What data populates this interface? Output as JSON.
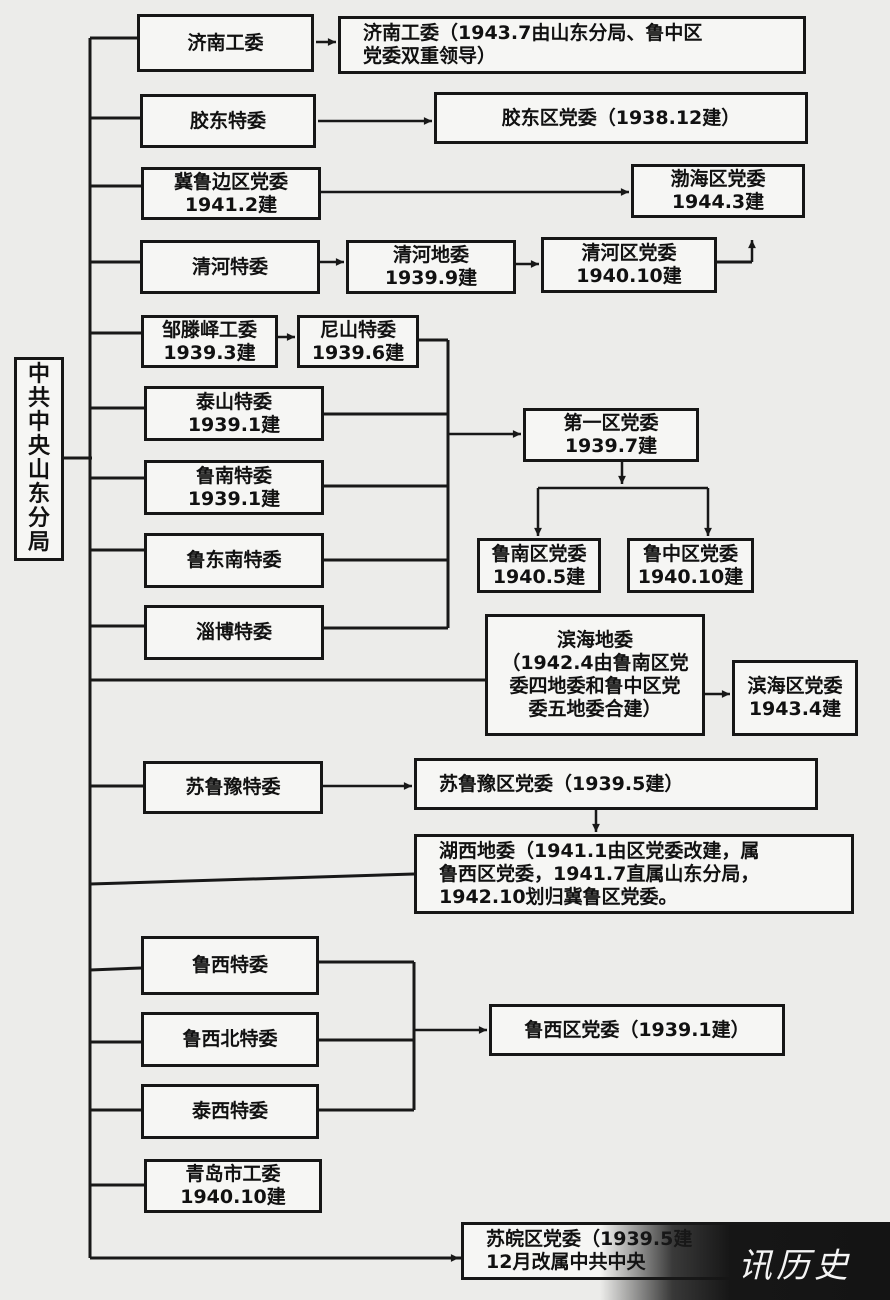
{
  "root": {
    "label": "中共中央山东分局"
  },
  "boxes": {
    "jinan_gongwei": {
      "lines": [
        "济南工委"
      ]
    },
    "jinan_gongwei_2": {
      "lines": [
        "济南工委（1943.7由山东分局、鲁中区",
        "党委双重领导）"
      ]
    },
    "jiaodong_tewei": {
      "lines": [
        "胶东特委"
      ]
    },
    "jiaodong_qu": {
      "lines": [
        "胶东区党委（1938.12建）"
      ]
    },
    "jilubian": {
      "lines": [
        "冀鲁边区党委",
        "1941.2建"
      ]
    },
    "bohai": {
      "lines": [
        "渤海区党委",
        "1944.3建"
      ]
    },
    "qinghe_tewei": {
      "lines": [
        "清河特委"
      ]
    },
    "qinghe_diwei": {
      "lines": [
        "清河地委",
        "1939.9建"
      ]
    },
    "qinghe_qu": {
      "lines": [
        "清河区党委",
        "1940.10建"
      ]
    },
    "zoutengyi": {
      "lines": [
        "邹滕峄工委",
        "1939.3建"
      ]
    },
    "nishan": {
      "lines": [
        "尼山特委",
        "1939.6建"
      ]
    },
    "taishan": {
      "lines": [
        "泰山特委",
        "1939.1建"
      ]
    },
    "lunan_tewei": {
      "lines": [
        "鲁南特委",
        "1939.1建"
      ]
    },
    "ludongnan": {
      "lines": [
        "鲁东南特委"
      ]
    },
    "zibo": {
      "lines": [
        "淄博特委"
      ]
    },
    "diyiqu": {
      "lines": [
        "第一区党委",
        "1939.7建"
      ]
    },
    "lunan_qu": {
      "lines": [
        "鲁南区党委",
        "1940.5建"
      ]
    },
    "luzhong_qu": {
      "lines": [
        "鲁中区党委",
        "1940.10建"
      ]
    },
    "binhai_diwei": {
      "lines": [
        "滨海地委",
        "（1942.4由鲁南区党",
        "委四地委和鲁中区党",
        "委五地委合建）"
      ]
    },
    "binhai_qu": {
      "lines": [
        "滨海区党委",
        "1943.4建"
      ]
    },
    "suluyu_tewei": {
      "lines": [
        "苏鲁豫特委"
      ]
    },
    "suluyu_qu": {
      "lines": [
        "苏鲁豫区党委（1939.5建）"
      ]
    },
    "huxi": {
      "lines": [
        "湖西地委（1941.1由区党委改建，属",
        "鲁西区党委，1941.7直属山东分局，",
        "1942.10划归冀鲁区党委。"
      ]
    },
    "luxi_tewei": {
      "lines": [
        "鲁西特委"
      ]
    },
    "luxibei": {
      "lines": [
        "鲁西北特委"
      ]
    },
    "taixi": {
      "lines": [
        "泰西特委"
      ]
    },
    "luxi_qu": {
      "lines": [
        "鲁西区党委（1939.1建）"
      ]
    },
    "qingdao": {
      "lines": [
        "青岛市工委",
        "1940.10建"
      ]
    },
    "suwan": {
      "lines": [
        "苏皖区党委（1939.5建",
        "12月改属中共中央"
      ]
    }
  },
  "watermark": {
    "text": "讯历史"
  }
}
